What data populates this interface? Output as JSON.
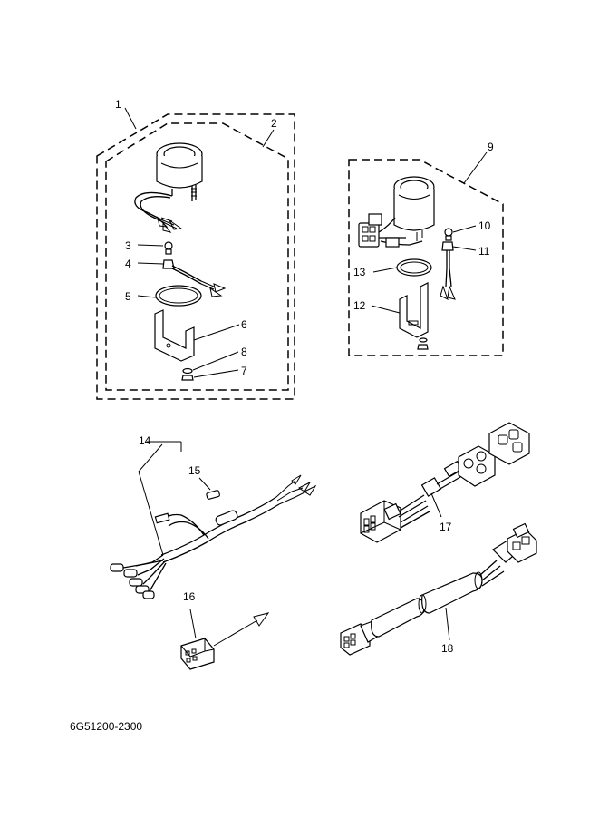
{
  "diagram": {
    "part_labels": {
      "p1": "1",
      "p2": "2",
      "p3": "3",
      "p4": "4",
      "p5": "5",
      "p6": "6",
      "p7": "7",
      "p8": "8",
      "p9": "9",
      "p10": "10",
      "p11": "11",
      "p12": "12",
      "p13": "13",
      "p14": "14",
      "p15": "15",
      "p16": "16",
      "p17": "17",
      "p18": "18"
    },
    "diagram_code": "6G51200-2300"
  }
}
